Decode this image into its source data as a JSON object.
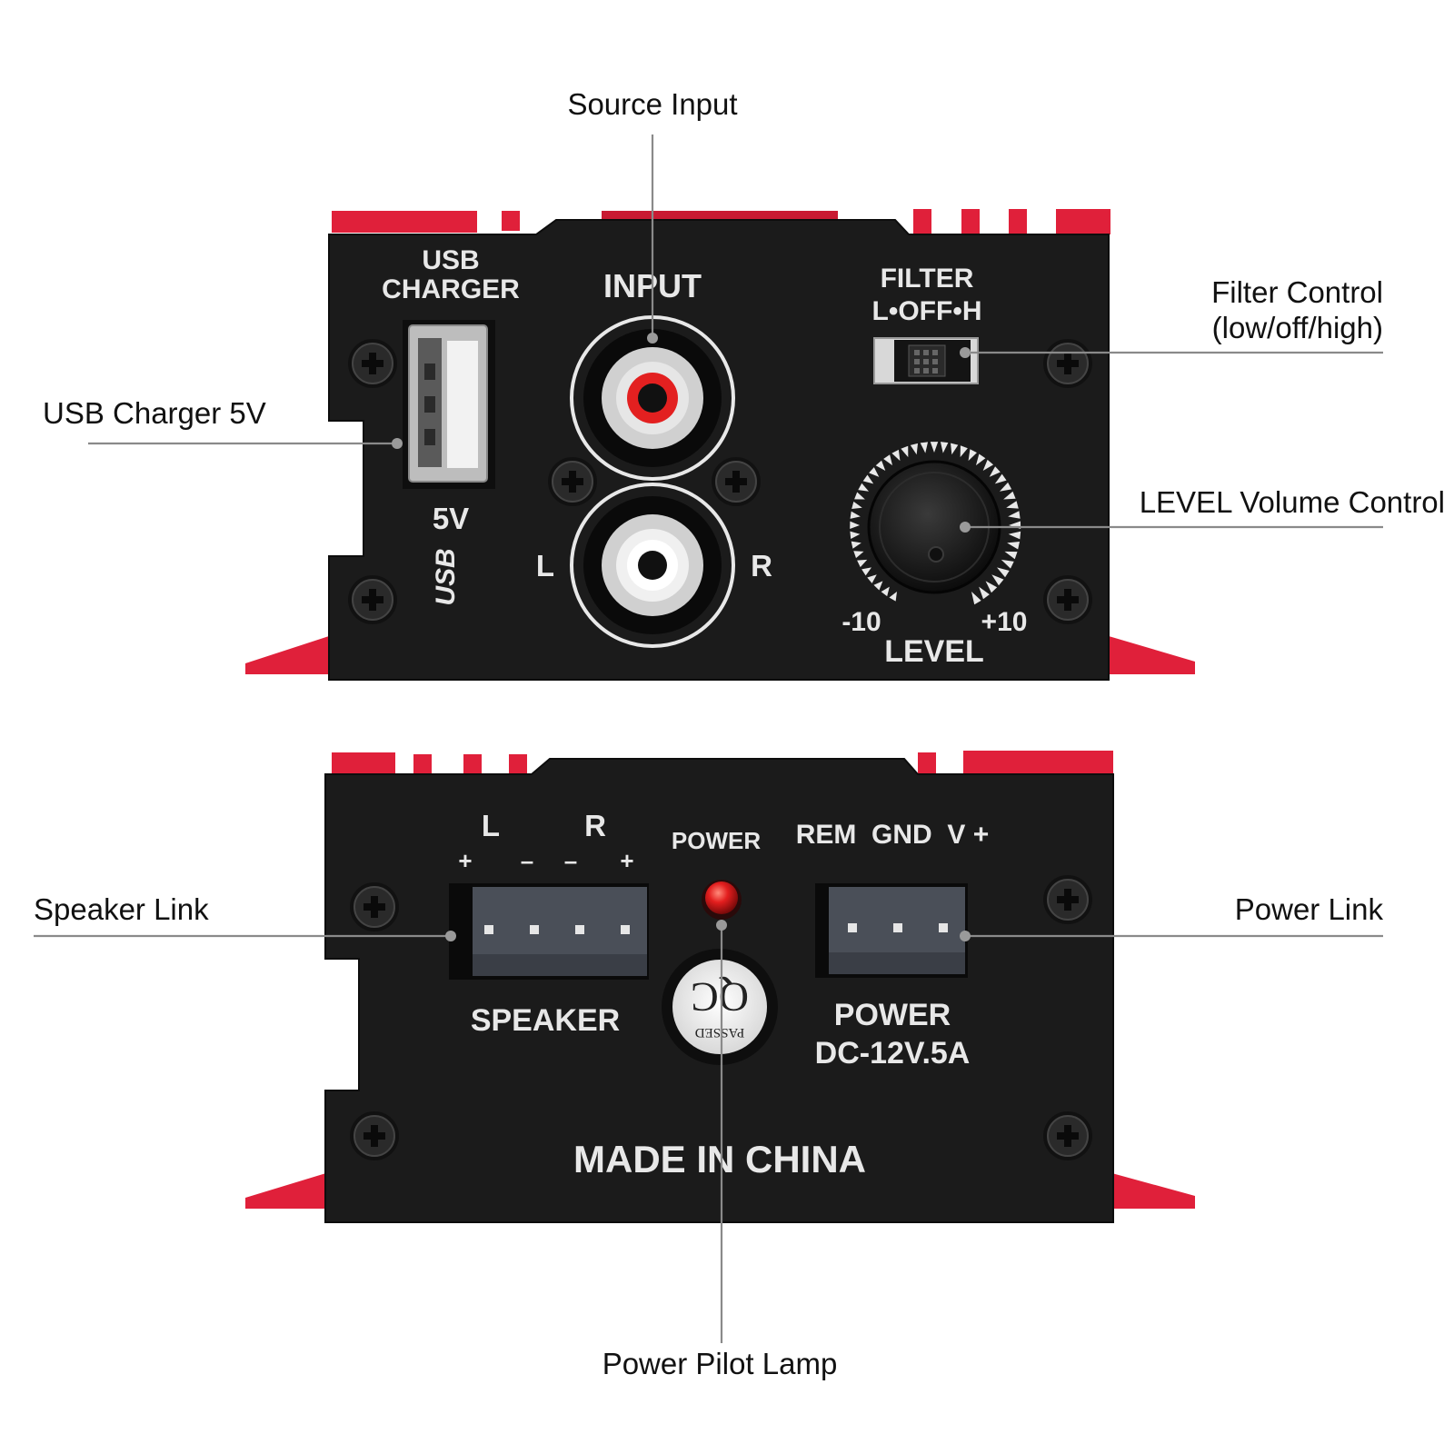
{
  "callouts": {
    "source_input": "Source Input",
    "usb_charger": "USB Charger 5V",
    "filter_control_line1": "Filter Control",
    "filter_control_line2": "(low/off/high)",
    "level_volume": "LEVEL Volume Control",
    "speaker_link": "Speaker Link",
    "power_link": "Power Link",
    "power_pilot": "Power Pilot Lamp"
  },
  "front_panel": {
    "usb_line1": "USB",
    "usb_line2": "CHARGER",
    "usb_voltage": "5V",
    "input": "INPUT",
    "left": "L",
    "right": "R",
    "filter": "FILTER",
    "filter_positions": "L•OFF•H",
    "level_min": "-10",
    "level_max": "+10",
    "level": "LEVEL"
  },
  "rear_panel": {
    "left": "L",
    "right": "R",
    "polarity": [
      "+",
      "–",
      "–",
      "+"
    ],
    "power_led_label": "POWER",
    "power_terminals": "REM  GND  V +",
    "speaker": "SPEAKER",
    "qc_top": "PASSED",
    "qc_main": "QC",
    "power_line1": "POWER",
    "power_line2": "DC-12V.5A",
    "made_in": "MADE IN CHINA"
  },
  "colors": {
    "panel": "#1b1b1b",
    "heatsink": "#e0203a",
    "led": "#e31e1e",
    "label": "#e8e8e8"
  }
}
